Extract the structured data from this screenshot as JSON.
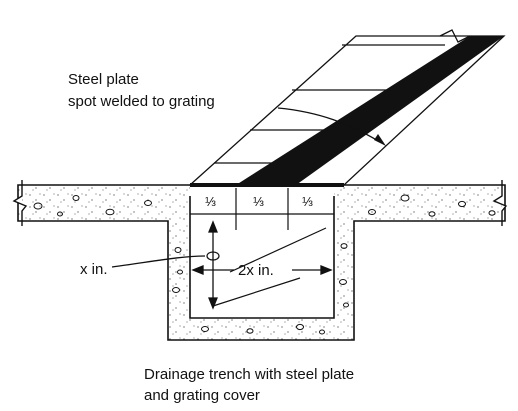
{
  "figure": {
    "plate_label_line1": "Steel plate",
    "plate_label_line2": "spot welded to grating",
    "third_labels": [
      "⅓",
      "⅓",
      "⅓"
    ],
    "depth_label": "x in.",
    "width_label": "2x in.",
    "caption_line1": "Drainage trench with steel plate",
    "caption_line2": "and grating cover"
  },
  "colors": {
    "ink": "#111111",
    "background": "#ffffff",
    "plate": "#111111"
  }
}
